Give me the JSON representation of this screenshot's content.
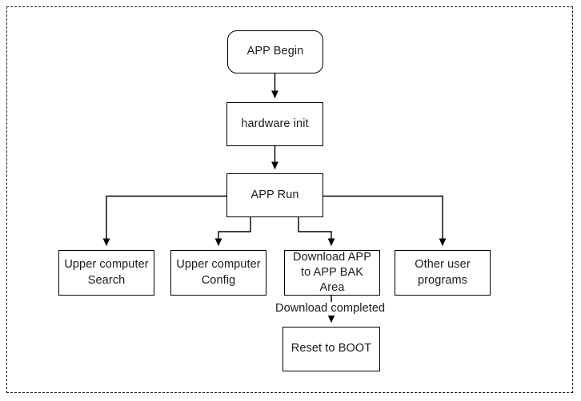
{
  "diagram": {
    "title_text": "",
    "frame": {
      "style": "dashed",
      "color": "#1a1a1a"
    },
    "colors": {
      "background": "#ffffff",
      "node_border": "#000000",
      "node_fill": "#ffffff",
      "text": "#1b1b1b",
      "connector": "#000000",
      "frame_dash": "#1a1a1a"
    },
    "nodes": [
      {
        "id": "app-begin",
        "label": "APP Begin",
        "shape": "rounded-rect"
      },
      {
        "id": "hardware-init",
        "label": "hardware init",
        "shape": "rect"
      },
      {
        "id": "app-run",
        "label": "APP Run",
        "shape": "rect"
      },
      {
        "id": "upper-search",
        "label": "Upper computer\nSearch",
        "shape": "rect"
      },
      {
        "id": "upper-config",
        "label": "Upper computer\nConfig",
        "shape": "rect"
      },
      {
        "id": "download-app",
        "label": "Download APP\nto APP BAK Area",
        "shape": "rect"
      },
      {
        "id": "other-programs",
        "label": "Other user\nprograms",
        "shape": "rect"
      },
      {
        "id": "reset-boot",
        "label": "Reset to BOOT",
        "shape": "rect"
      }
    ],
    "edges": [
      {
        "from": "app-begin",
        "to": "hardware-init",
        "label": ""
      },
      {
        "from": "hardware-init",
        "to": "app-run",
        "label": ""
      },
      {
        "from": "app-run",
        "to": "upper-search",
        "label": ""
      },
      {
        "from": "app-run",
        "to": "upper-config",
        "label": ""
      },
      {
        "from": "app-run",
        "to": "download-app",
        "label": ""
      },
      {
        "from": "app-run",
        "to": "other-programs",
        "label": ""
      },
      {
        "from": "download-app",
        "to": "reset-boot",
        "label": "Download completed"
      }
    ],
    "edge_labels": {
      "download_completed": "Download completed"
    }
  }
}
